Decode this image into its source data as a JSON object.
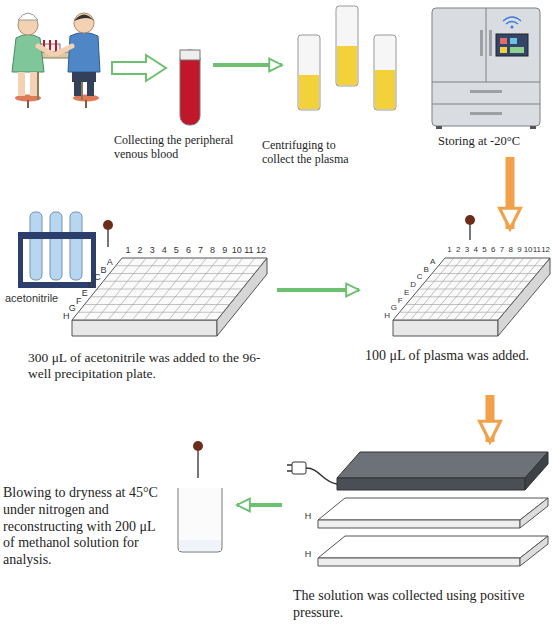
{
  "diagram": {
    "nodes": [
      {
        "text": [
          "Collecting the peripheral venous blood"
        ]
      },
      {
        "text": [
          "Centrifuging to collect the plasma"
        ]
      },
      {
        "text": [
          "Storing at -20°C"
        ]
      },
      {
        "text": [
          "300 μL of acetonitrile was added to the 96-well precipitation plate."
        ]
      },
      {
        "text": [
          "100 μL of plasma was added."
        ]
      },
      {
        "text": [
          "The solution was collected using positive pressure."
        ]
      },
      {
        "text": [
          "Blowing to dryness at 45°C under nitrogen and reconstructing with 200 μL of methanol solution for analysis."
        ]
      }
    ],
    "edges": [
      {
        "from": 0,
        "to": 1,
        "arrow": "to"
      },
      {
        "from": 2,
        "to": 4,
        "arrow": "to"
      },
      {
        "from": 3,
        "to": 4,
        "arrow": "to"
      },
      {
        "from": 4,
        "to": 5,
        "arrow": "to"
      },
      {
        "from": 5,
        "to": 6,
        "arrow": "to"
      }
    ],
    "labels": [
      "acetonitrile",
      "1",
      "2",
      "3",
      "4",
      "5",
      "6",
      "7",
      "8",
      "9",
      "10",
      "11",
      "12",
      "A",
      "B",
      "C",
      "D",
      "E",
      "F",
      "G",
      "H",
      "1",
      "2",
      "3",
      "4",
      "5",
      "6",
      "7",
      "8",
      "9",
      "10",
      "11",
      "12",
      "A",
      "B",
      "C",
      "D",
      "E",
      "F",
      "G",
      "H",
      "H",
      "H"
    ]
  }
}
